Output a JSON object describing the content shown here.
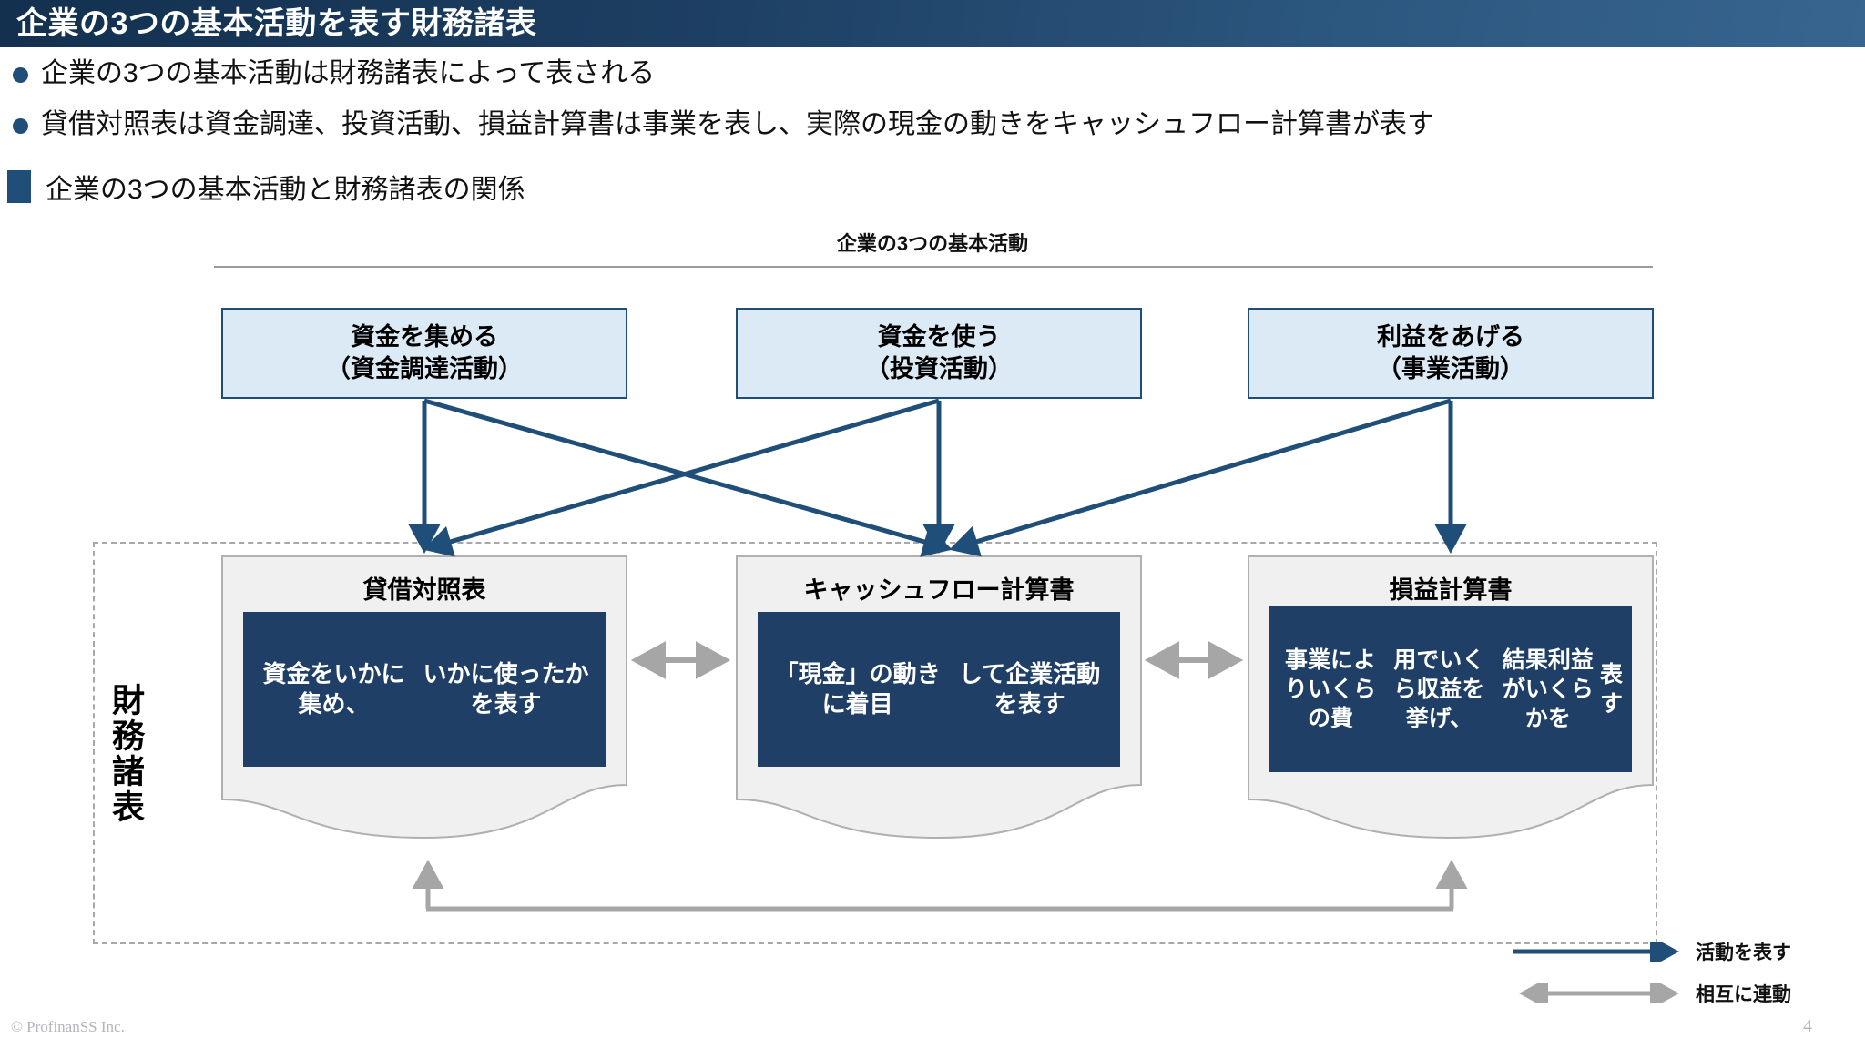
{
  "slide": {
    "title": "企業の3つの基本活動を表す財務諸表",
    "page_number": "4",
    "copyright": "© ProfinanSS Inc.",
    "accent_color": "#1f4e79",
    "title_bar_color": "#1d3f63",
    "box_fill_color": "#dbeaf5",
    "inner_panel_color": "#1f3f66",
    "doc_fill_color": "#f0f0f0",
    "gray_arrow_color": "#a6a6a6"
  },
  "bullets": [
    {
      "text": "企業の3つの基本活動は財務諸表によって表される"
    },
    {
      "text": "貸借対照表は資金調達、投資活動、損益計算書は事業を表し、実際の現金の動きをキャッシュフロー計算書が表す"
    }
  ],
  "section": {
    "heading": "企業の3つの基本活動と財務諸表の関係"
  },
  "diagram": {
    "activities_caption": "企業の3つの基本活動",
    "financial_statements_label": "財務諸表",
    "activities": [
      {
        "line1": "資金を集める",
        "line2": "（資金調達活動）"
      },
      {
        "line1": "資金を使う",
        "line2": "（投資活動）"
      },
      {
        "line1": "利益をあげる",
        "line2": "（事業活動）"
      }
    ],
    "statements": [
      {
        "title": "貸借対照表",
        "description": "資金をいかに集め、\nいかに使ったかを表す"
      },
      {
        "title": "キャッシュフロー計算書",
        "description": "「現金」の動きに着目\nして企業活動を表す"
      },
      {
        "title": "損益計算書",
        "description": "事業によりいくらの費\n用でいくら収益を挙げ、\n結果利益がいくらかを\n表す"
      }
    ],
    "legend": [
      {
        "label": "活動を表す",
        "style": "solid-navy-single-arrow",
        "color": "#1f4e79"
      },
      {
        "label": "相互に連動",
        "style": "solid-gray-double-arrow",
        "color": "#a6a6a6"
      }
    ]
  }
}
